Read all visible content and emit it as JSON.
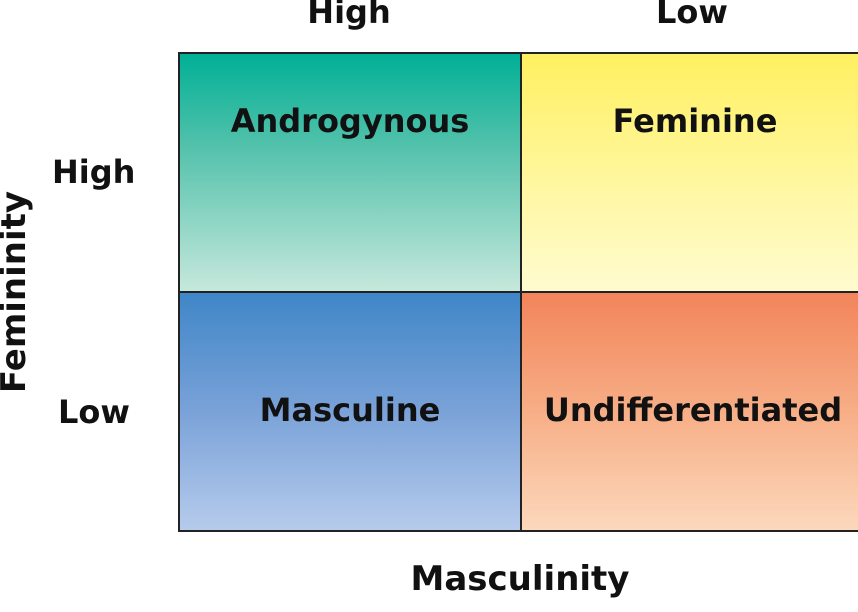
{
  "axes": {
    "y_label": "Femininity",
    "x_label": "Masculinity"
  },
  "columns": [
    {
      "label": "High"
    },
    {
      "label": "Low"
    }
  ],
  "rows": [
    {
      "label": "High"
    },
    {
      "label": "Low"
    }
  ],
  "cells": {
    "high_high": "Androgynous",
    "high_low": "Feminine",
    "low_high": "Masculine",
    "low_low": "Undifferentiated"
  },
  "colors": {
    "androgynous": "#00b096",
    "feminine": "#fff060",
    "masculine": "#3f86c8",
    "undifferentiated": "#f2845a",
    "border": "#222222"
  }
}
